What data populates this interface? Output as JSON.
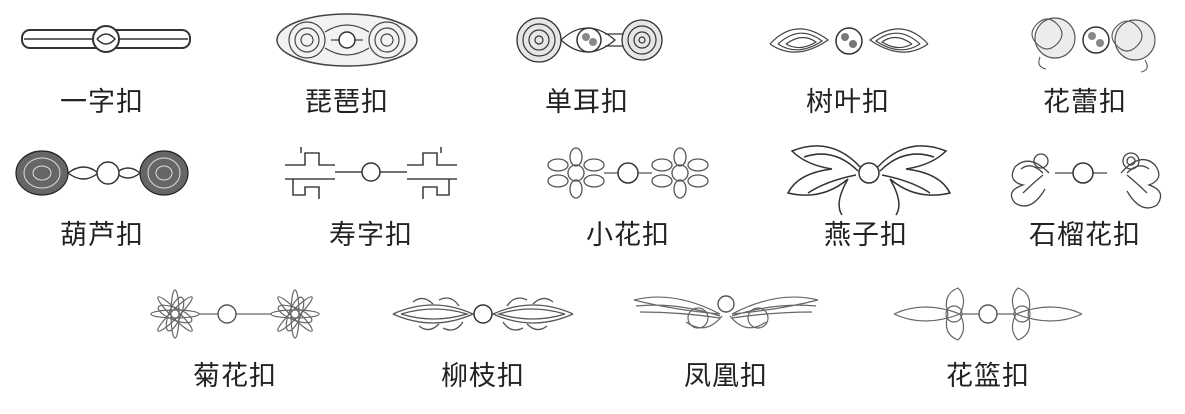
{
  "rows": [
    {
      "items": [
        {
          "label": "一字扣",
          "style": "bar"
        },
        {
          "label": "琵琶扣",
          "style": "pipa"
        },
        {
          "label": "单耳扣",
          "style": "ear"
        },
        {
          "label": "树叶扣",
          "style": "leaf"
        },
        {
          "label": "花蕾扣",
          "style": "bud"
        }
      ]
    },
    {
      "items": [
        {
          "label": "葫芦扣",
          "style": "gourd"
        },
        {
          "label": "寿字扣",
          "style": "shou"
        },
        {
          "label": "小花扣",
          "style": "smallflower"
        },
        {
          "label": "燕子扣",
          "style": "swallow"
        },
        {
          "label": "石榴花扣",
          "style": "pomegranate"
        }
      ]
    },
    {
      "items": [
        {
          "label": "菊花扣",
          "style": "chrysanthemum"
        },
        {
          "label": "柳枝扣",
          "style": "willow"
        },
        {
          "label": "凤凰扣",
          "style": "phoenix"
        },
        {
          "label": "花篮扣",
          "style": "basket"
        }
      ]
    }
  ],
  "colors": {
    "stroke": "#333333",
    "fill": "#f4f4f4",
    "dark": "#555555"
  }
}
